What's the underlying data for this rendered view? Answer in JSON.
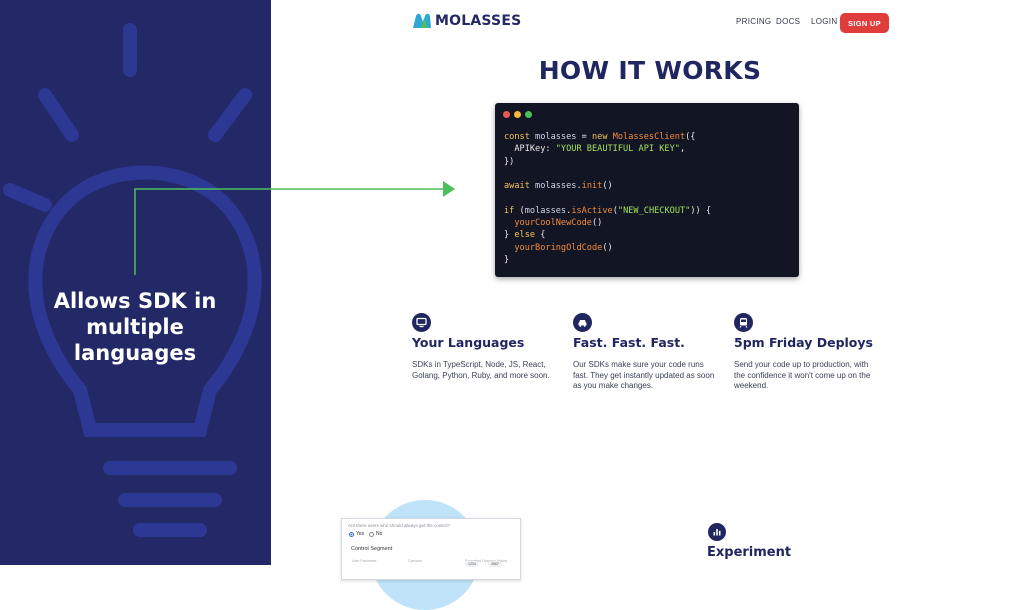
{
  "nav": {
    "logo_text": "MOLASSES",
    "pricing": "PRICING",
    "docs": "DOCS",
    "login": "LOGIN",
    "signup": "SIGN UP"
  },
  "title": "HOW IT WORKS",
  "annotation": {
    "text": "Allows SDK in multiple languages"
  },
  "code_lines": [
    [
      {
        "t": "const ",
        "c": "kw"
      },
      {
        "t": "molasses ",
        "c": "var"
      },
      {
        "t": "= ",
        "c": ""
      },
      {
        "t": "new ",
        "c": "kw"
      },
      {
        "t": "MolassesClient",
        "c": "fn"
      },
      {
        "t": "({",
        "c": ""
      }
    ],
    [
      {
        "t": "  APIKey: ",
        "c": ""
      },
      {
        "t": "\"YOUR BEAUTIFUL API KEY\"",
        "c": "str"
      },
      {
        "t": ",",
        "c": ""
      }
    ],
    [
      {
        "t": "})",
        "c": ""
      }
    ],
    [],
    [
      {
        "t": "await ",
        "c": "kw"
      },
      {
        "t": "molasses",
        "c": "var"
      },
      {
        "t": ".",
        "c": ""
      },
      {
        "t": "init",
        "c": "fn"
      },
      {
        "t": "()",
        "c": ""
      }
    ],
    [],
    [
      {
        "t": "if ",
        "c": "kw"
      },
      {
        "t": "(",
        "c": ""
      },
      {
        "t": "molasses",
        "c": "var"
      },
      {
        "t": ".",
        "c": ""
      },
      {
        "t": "isActive",
        "c": "fn"
      },
      {
        "t": "(",
        "c": ""
      },
      {
        "t": "\"NEW_CHECKOUT\"",
        "c": "str"
      },
      {
        "t": ")) {",
        "c": ""
      }
    ],
    [
      {
        "t": "  ",
        "c": ""
      },
      {
        "t": "yourCoolNewCode",
        "c": "fn"
      },
      {
        "t": "()",
        "c": ""
      }
    ],
    [
      {
        "t": "} ",
        "c": ""
      },
      {
        "t": "else ",
        "c": "kw"
      },
      {
        "t": "{",
        "c": ""
      }
    ],
    [
      {
        "t": "  ",
        "c": ""
      },
      {
        "t": "yourBoringOldCode",
        "c": "fn"
      },
      {
        "t": "()",
        "c": ""
      }
    ],
    [
      {
        "t": "}",
        "c": ""
      }
    ]
  ],
  "features": [
    {
      "icon": "monitor-icon",
      "title": "Your Languages",
      "desc": "SDKs in TypeScript, Node, JS, React, Golang, Python, Ruby, and more soon."
    },
    {
      "icon": "car-icon",
      "title": "Fast. Fast. Fast.",
      "desc": "Our SDKs make sure your code runs fast. They get instantly updated as soon as you make changes."
    },
    {
      "icon": "train-icon",
      "title": "5pm Friday Deploys",
      "desc": "Send your code up to production, with the confidence it won't come up on the weekend."
    }
  ],
  "preview": {
    "question": "Are there users who should always get the control?",
    "yes": "Yes",
    "no": "No",
    "segment": "Control Segment",
    "col1": "User Parameter",
    "col2": "Operator",
    "col3": "Formatted Operator Values",
    "pill1": "1234",
    "pill2": "4567"
  },
  "experiment": {
    "icon": "chart-icon",
    "title": "Experiment"
  },
  "colors": {
    "panel_bg": "#232866",
    "navy": "#1f2660",
    "signup": "#e03c3c",
    "arrow": "#4cc05b"
  }
}
